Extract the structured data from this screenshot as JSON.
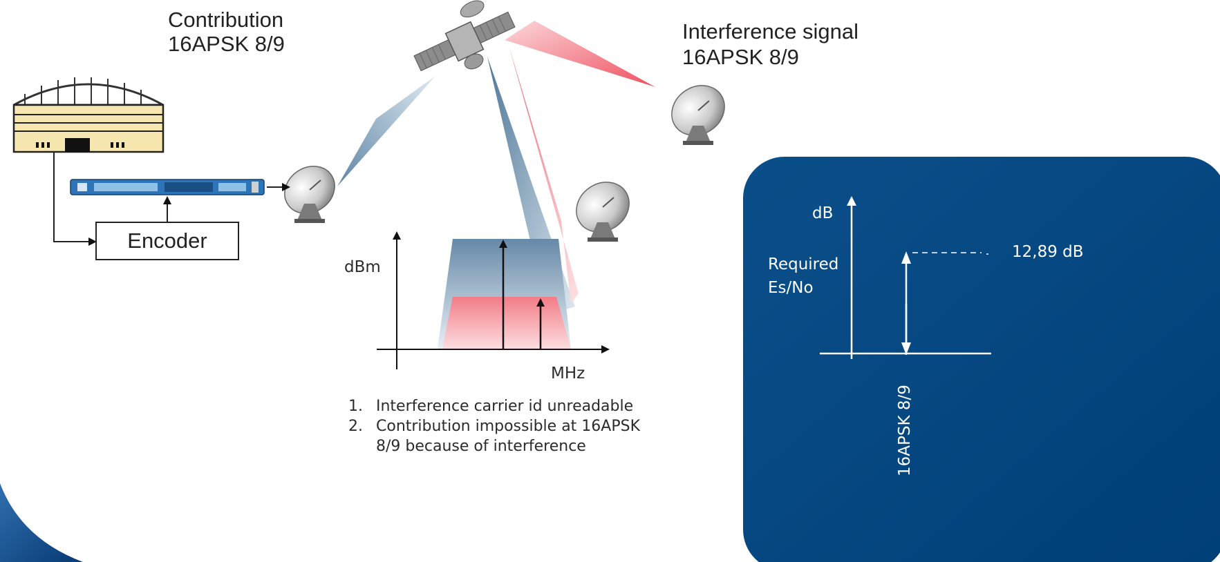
{
  "contribution": {
    "line1": "Contribution",
    "line2": "16APSK  8/9"
  },
  "interference": {
    "line1": "Interference signal",
    "line2": "16APSK  8/9"
  },
  "encoder": {
    "label": "Encoder"
  },
  "spectrum": {
    "ylabel": "dBm",
    "xlabel": "MHz"
  },
  "notes": [
    {
      "num": "1.",
      "text": "Interference carrier id unreadable"
    },
    {
      "num": "2.",
      "text": "Contribution impossible at 16APSK 8/9 because of interference"
    }
  ],
  "panel": {
    "ylabel": "dB",
    "required_line1": "Required",
    "required_line2": "Es/No",
    "value": "12,89 dB",
    "modcod": "16APSK  8/9"
  },
  "colors": {
    "panel_bg": "#024b85",
    "uplink_blue": "#6f95b3",
    "interference_red": "#f07a84",
    "spectrum_blue": "#6a8fae",
    "spectrum_red": "#f1848d"
  },
  "icons": [
    "stadium-icon",
    "encoder-rack-icon",
    "satellite-icon",
    "satellite-dish-icon"
  ]
}
